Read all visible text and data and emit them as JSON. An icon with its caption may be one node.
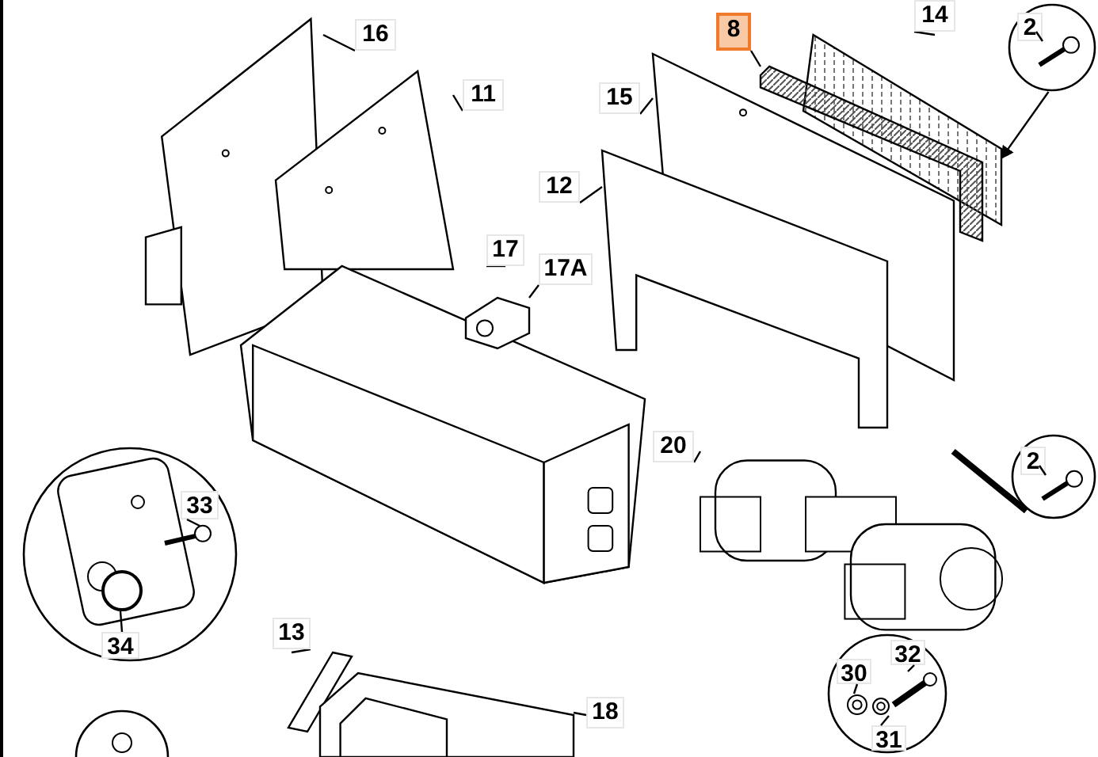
{
  "diagram": {
    "nodes": [
      {
        "text": [
          "16"
        ]
      },
      {
        "text": [],
        "shape": "picture"
      },
      {
        "text": [
          "11"
        ]
      },
      {
        "text": [],
        "shape": "picture"
      },
      {
        "text": [
          "12"
        ]
      },
      {
        "text": [],
        "shape": "picture"
      },
      {
        "text": [
          "15"
        ]
      },
      {
        "text": [],
        "shape": "picture"
      },
      {
        "text": [
          "8"
        ]
      },
      {
        "text": [],
        "shape": "picture"
      },
      {
        "text": [
          "14"
        ]
      },
      {
        "text": [],
        "shape": "picture"
      },
      {
        "text": [],
        "shape": "circle"
      },
      {
        "text": [
          "2"
        ],
        "in": 12
      },
      {
        "text": [],
        "shape": "picture",
        "in": 12
      },
      {
        "text": [
          "17"
        ]
      },
      {
        "text": [],
        "shape": "picture"
      },
      {
        "text": [
          "17A"
        ]
      },
      {
        "text": [],
        "shape": "picture"
      },
      {
        "text": [
          "20"
        ]
      },
      {
        "text": [],
        "shape": "picture"
      },
      {
        "text": [],
        "shape": "circle"
      },
      {
        "text": [
          "2"
        ],
        "in": 21
      },
      {
        "text": [],
        "shape": "picture",
        "in": 21
      },
      {
        "text": [],
        "shape": "circle"
      },
      {
        "text": [],
        "shape": "picture",
        "in": 24
      },
      {
        "text": [
          "33"
        ],
        "in": 24
      },
      {
        "text": [],
        "shape": "picture",
        "in": 24
      },
      {
        "text": [
          "34"
        ],
        "in": 24
      },
      {
        "text": [],
        "shape": "circle",
        "in": 25
      },
      {
        "text": [
          "13"
        ]
      },
      {
        "text": [],
        "shape": "picture"
      },
      {
        "text": [
          "18"
        ]
      },
      {
        "text": [],
        "shape": "picture"
      },
      {
        "text": [],
        "shape": "circle"
      },
      {
        "text": [
          "30"
        ],
        "in": 34
      },
      {
        "text": [],
        "shape": "picture",
        "in": 34
      },
      {
        "text": [
          "32"
        ],
        "in": 34
      },
      {
        "text": [],
        "shape": "picture",
        "in": 34
      },
      {
        "text": [
          "31"
        ],
        "in": 34
      },
      {
        "text": [],
        "shape": "picture",
        "in": 34
      },
      {
        "text": [],
        "shape": "circle"
      }
    ],
    "edges": [
      {
        "from": 0,
        "to": 1,
        "arrow": "none"
      },
      {
        "from": 2,
        "to": 3,
        "arrow": "none"
      },
      {
        "from": 4,
        "to": 5,
        "arrow": "none"
      },
      {
        "from": 6,
        "to": 7,
        "arrow": "none"
      },
      {
        "from": 8,
        "to": 9,
        "arrow": "none"
      },
      {
        "from": 10,
        "to": 11,
        "arrow": "none"
      },
      {
        "from": 12,
        "to": 11,
        "arrow": "to"
      },
      {
        "from": 13,
        "to": 14,
        "arrow": "none"
      },
      {
        "from": 15,
        "to": 16,
        "arrow": "none"
      },
      {
        "from": 17,
        "to": 18,
        "arrow": "none"
      },
      {
        "from": 19,
        "to": 20,
        "arrow": "none"
      },
      {
        "from": 21,
        "to": 20,
        "arrow": "none",
        "style": "thick"
      },
      {
        "from": 22,
        "to": 23,
        "arrow": "none"
      },
      {
        "from": 26,
        "to": 27,
        "arrow": "none"
      },
      {
        "from": 28,
        "to": 29,
        "arrow": "none"
      },
      {
        "from": 30,
        "to": 31,
        "arrow": "none"
      },
      {
        "from": 32,
        "to": 33,
        "arrow": "none"
      },
      {
        "from": 35,
        "to": 36,
        "arrow": "none"
      },
      {
        "from": 37,
        "to": 38,
        "arrow": "none"
      },
      {
        "from": 39,
        "to": 40,
        "arrow": "none"
      }
    ]
  }
}
